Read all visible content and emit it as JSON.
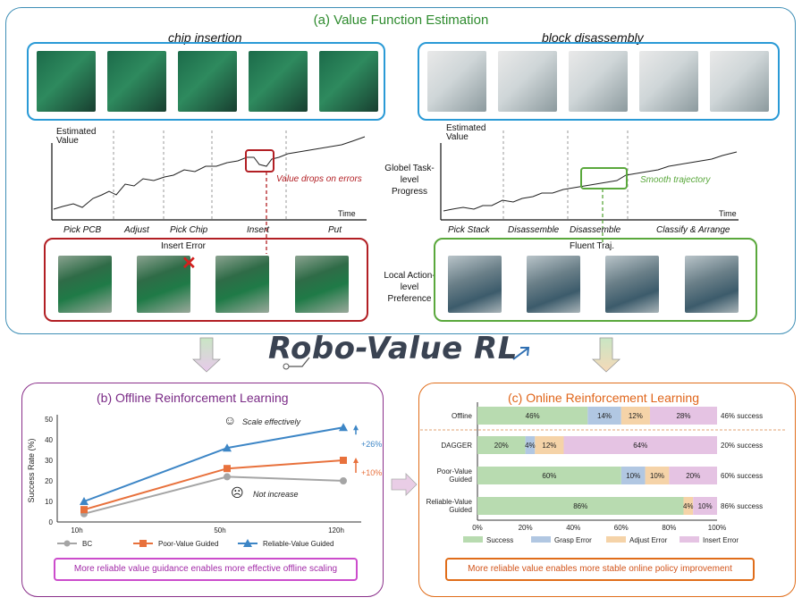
{
  "panel_a": {
    "title": "(a) Value Function Estimation",
    "left_task": "chip insertion",
    "right_task": "block disassembly",
    "y_axis_label": "Estimated Value",
    "x_axis_label": "Time",
    "left_stages": [
      "Pick PCB",
      "Adjust",
      "Pick Chip",
      "Insert",
      "Put"
    ],
    "right_stages": [
      "Pick Stack",
      "Disassemble",
      "Disassemble",
      "Classify & Arrange"
    ],
    "left_annotation": "Value drops on errors",
    "right_annotation": "Smooth trajectory",
    "global_label": "Globel Task-level Progress",
    "local_label": "Local Action-level Preference",
    "insert_error_label": "Insert Error",
    "fluent_label": "Fluent Traj.",
    "colors": {
      "red": "#b21f24",
      "green": "#5aa83c",
      "blue": "#2a9ad6"
    }
  },
  "logo_text": "Robo-Value RL",
  "panel_b": {
    "title": "(b) Offline Reinforcement Learning",
    "note": "More reliable value guidance enables more effective offline scaling",
    "scale_label": "Scale effectively",
    "not_increase_label": "Not increase",
    "delta_blue": "+26%",
    "delta_orange": "+10%",
    "chart_data": {
      "type": "line",
      "categories": [
        "10h",
        "50h",
        "120h"
      ],
      "series": [
        {
          "name": "BC",
          "values": [
            4,
            22,
            20
          ],
          "color": "#a5a5a5"
        },
        {
          "name": "Poor-Value Guided",
          "values": [
            6,
            26,
            30
          ],
          "color": "#e8713c"
        },
        {
          "name": "Reliable-Value Guided",
          "values": [
            10,
            36,
            46
          ],
          "color": "#3d86c6"
        }
      ],
      "ylabel": "Success Rate (%)",
      "ylim": [
        0,
        50
      ],
      "yticks": [
        "0",
        "10",
        "20",
        "30",
        "40",
        "50"
      ]
    }
  },
  "panel_c": {
    "title": "(c) Online Reinforcement Learning",
    "note": "More reliable value enables more stable online policy improvement",
    "chart_data": {
      "type": "bar",
      "stacked": true,
      "orientation": "horizontal",
      "categories": [
        "Offline",
        "DAGGER",
        "Poor-Value Guided",
        "Reliable-Value Guided"
      ],
      "series": [
        {
          "name": "Success",
          "values": [
            46,
            20,
            60,
            86
          ],
          "color": "#b8dbb0"
        },
        {
          "name": "Grasp Error",
          "values": [
            14,
            4,
            10,
            0
          ],
          "color": "#b1c7e2"
        },
        {
          "name": "Adjust Error",
          "values": [
            12,
            12,
            10,
            4
          ],
          "color": "#f5d3a8"
        },
        {
          "name": "Insert Error",
          "values": [
            28,
            64,
            20,
            10
          ],
          "color": "#e5c3e3"
        }
      ],
      "segment_labels": [
        [
          "46%",
          "14%",
          "12%",
          "28%"
        ],
        [
          "20%",
          "4%",
          "12%",
          "64%"
        ],
        [
          "60%",
          "10%",
          "10%",
          "20%"
        ],
        [
          "86%",
          "",
          "4%",
          "10%"
        ]
      ],
      "success_labels": [
        "46% success",
        "20% success",
        "60% success",
        "86% success"
      ],
      "xticks": [
        "0%",
        "20%",
        "40%",
        "60%",
        "80%",
        "100%"
      ],
      "xlim": [
        0,
        100
      ]
    }
  }
}
